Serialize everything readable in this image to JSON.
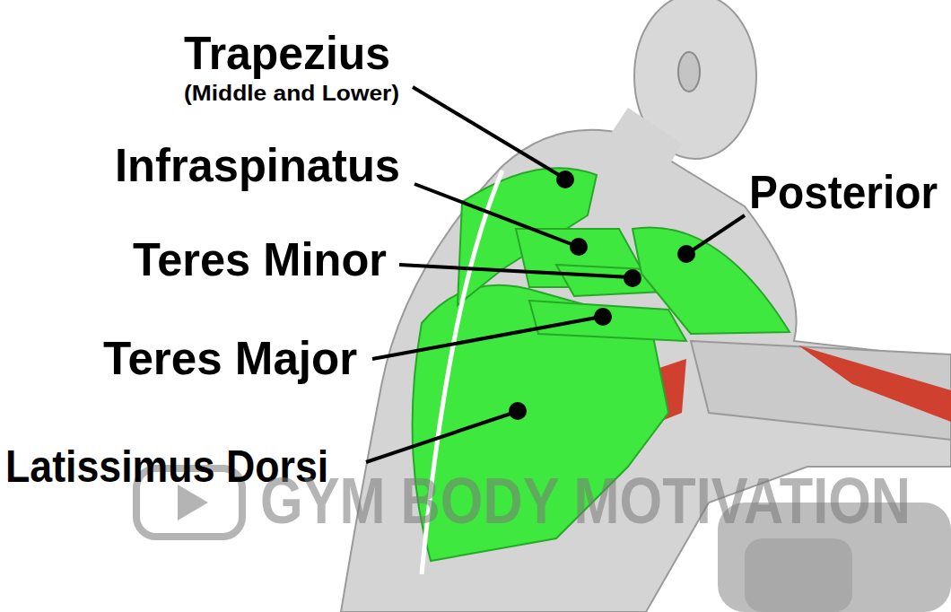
{
  "diagram": {
    "labels": [
      "Trapezius",
      "(Middle and Lower)",
      "Infraspinatus",
      "Teres Minor",
      "Teres Major",
      "Latissimus Dorsi",
      "Posterior",
      "GYM BODY MOTIVATION"
    ]
  }
}
